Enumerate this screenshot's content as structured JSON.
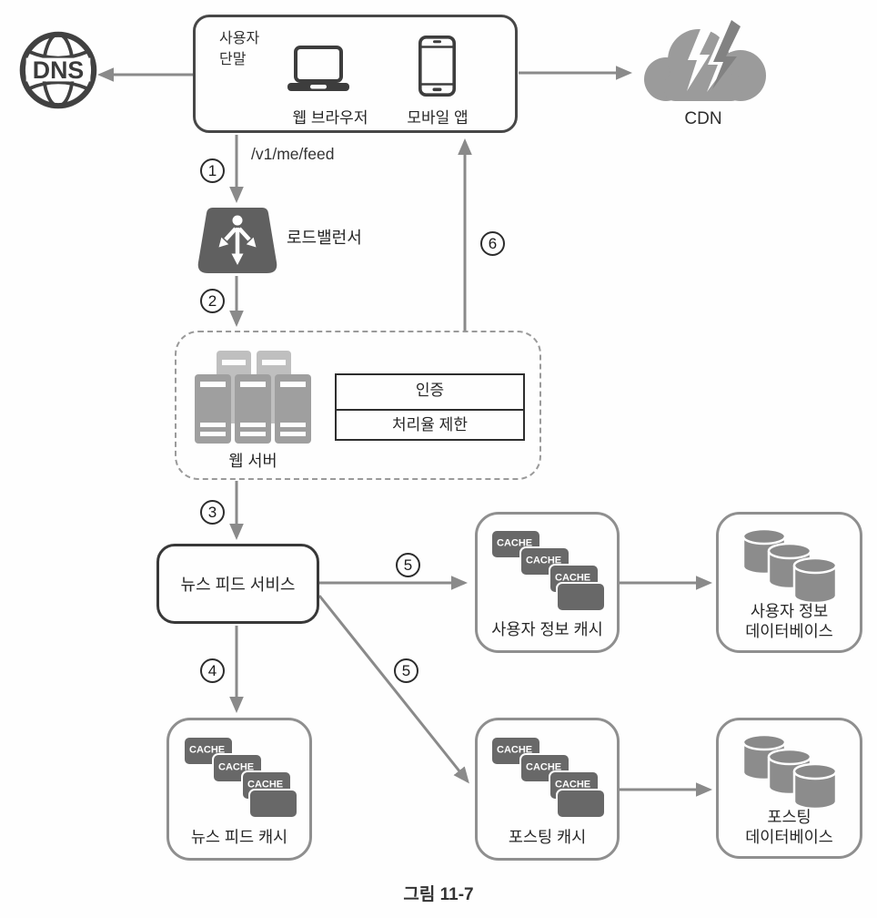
{
  "figure": {
    "caption": "그림 11-7"
  },
  "colors": {
    "arrow": "#8a8a8a",
    "icon_dark": "#3f3f3f",
    "icon_gray": "#8c8c8c",
    "node_border": "#8f8f8f"
  },
  "nodes": {
    "dns": {
      "label": "DNS"
    },
    "user_device": {
      "title": "사용자\n단말",
      "web_browser": "웹 브라우저",
      "mobile_app": "모바일 앱"
    },
    "cdn": {
      "label": "CDN"
    },
    "load_balancer": {
      "label": "로드밸런서"
    },
    "web_server": {
      "label": "웹 서버",
      "auth": "인증",
      "rate_limit": "처리율 제한"
    },
    "news_feed_service": {
      "label": "뉴스 피드 서비스"
    },
    "user_info_cache": {
      "label": "사용자 정보 캐시"
    },
    "user_info_db": {
      "label": "사용자 정보\n데이터베이스"
    },
    "news_feed_cache": {
      "label": "뉴스 피드 캐시"
    },
    "posting_cache": {
      "label": "포스팅 캐시"
    },
    "posting_db": {
      "label": "포스팅\n데이터베이스"
    },
    "cache_tile": "CACHE"
  },
  "edges": {
    "feed_path": "/v1/me/feed"
  },
  "steps": [
    {
      "n": "1"
    },
    {
      "n": "2"
    },
    {
      "n": "3"
    },
    {
      "n": "4"
    },
    {
      "n": "5"
    },
    {
      "n": "5"
    },
    {
      "n": "6"
    }
  ]
}
